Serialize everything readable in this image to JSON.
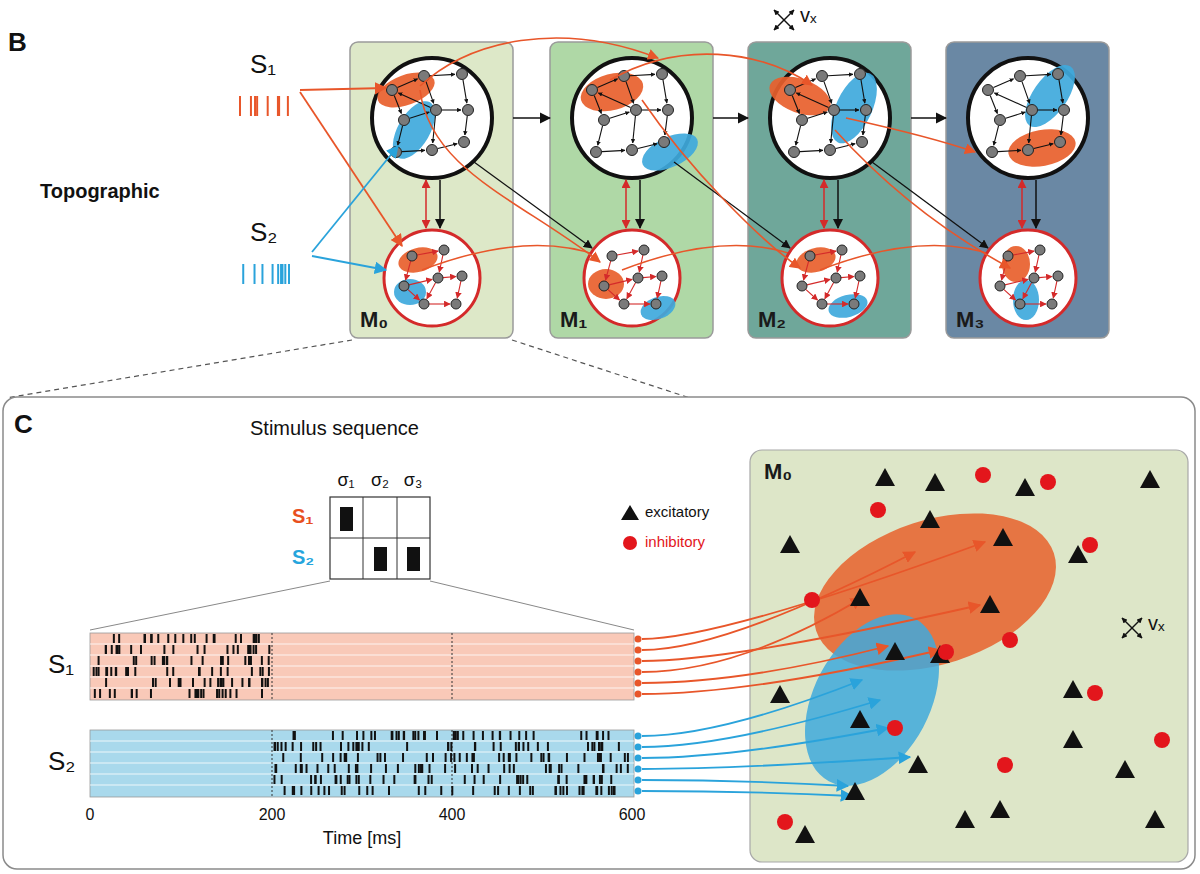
{
  "diagram": {
    "nodes": [
      {
        "text": [
          "M₀"
        ]
      },
      {
        "text": [
          "M₁"
        ]
      },
      {
        "text": [
          "M₂"
        ]
      },
      {
        "text": [
          "M₃"
        ]
      },
      {
        "text": [
          "M₀"
        ]
      }
    ],
    "edges": [
      {
        "from": 0,
        "to": 1,
        "arrow": "to"
      },
      {
        "from": 1,
        "to": 2,
        "arrow": "to"
      },
      {
        "from": 2,
        "to": 3,
        "arrow": "to"
      }
    ],
    "labels": [
      "B",
      "S₁",
      "S₂",
      "Topographic",
      "vₓ",
      "C",
      "Stimulus sequence",
      "σ₁",
      "σ₂",
      "σ₃",
      "S₁",
      "S₂",
      "S₁",
      "S₂",
      "0",
      "200",
      "400",
      "600",
      "Time [ms]",
      "vₓ"
    ],
    "legend": [
      {
        "text": "excitatory"
      },
      {
        "text": "inhibitory"
      }
    ]
  }
}
